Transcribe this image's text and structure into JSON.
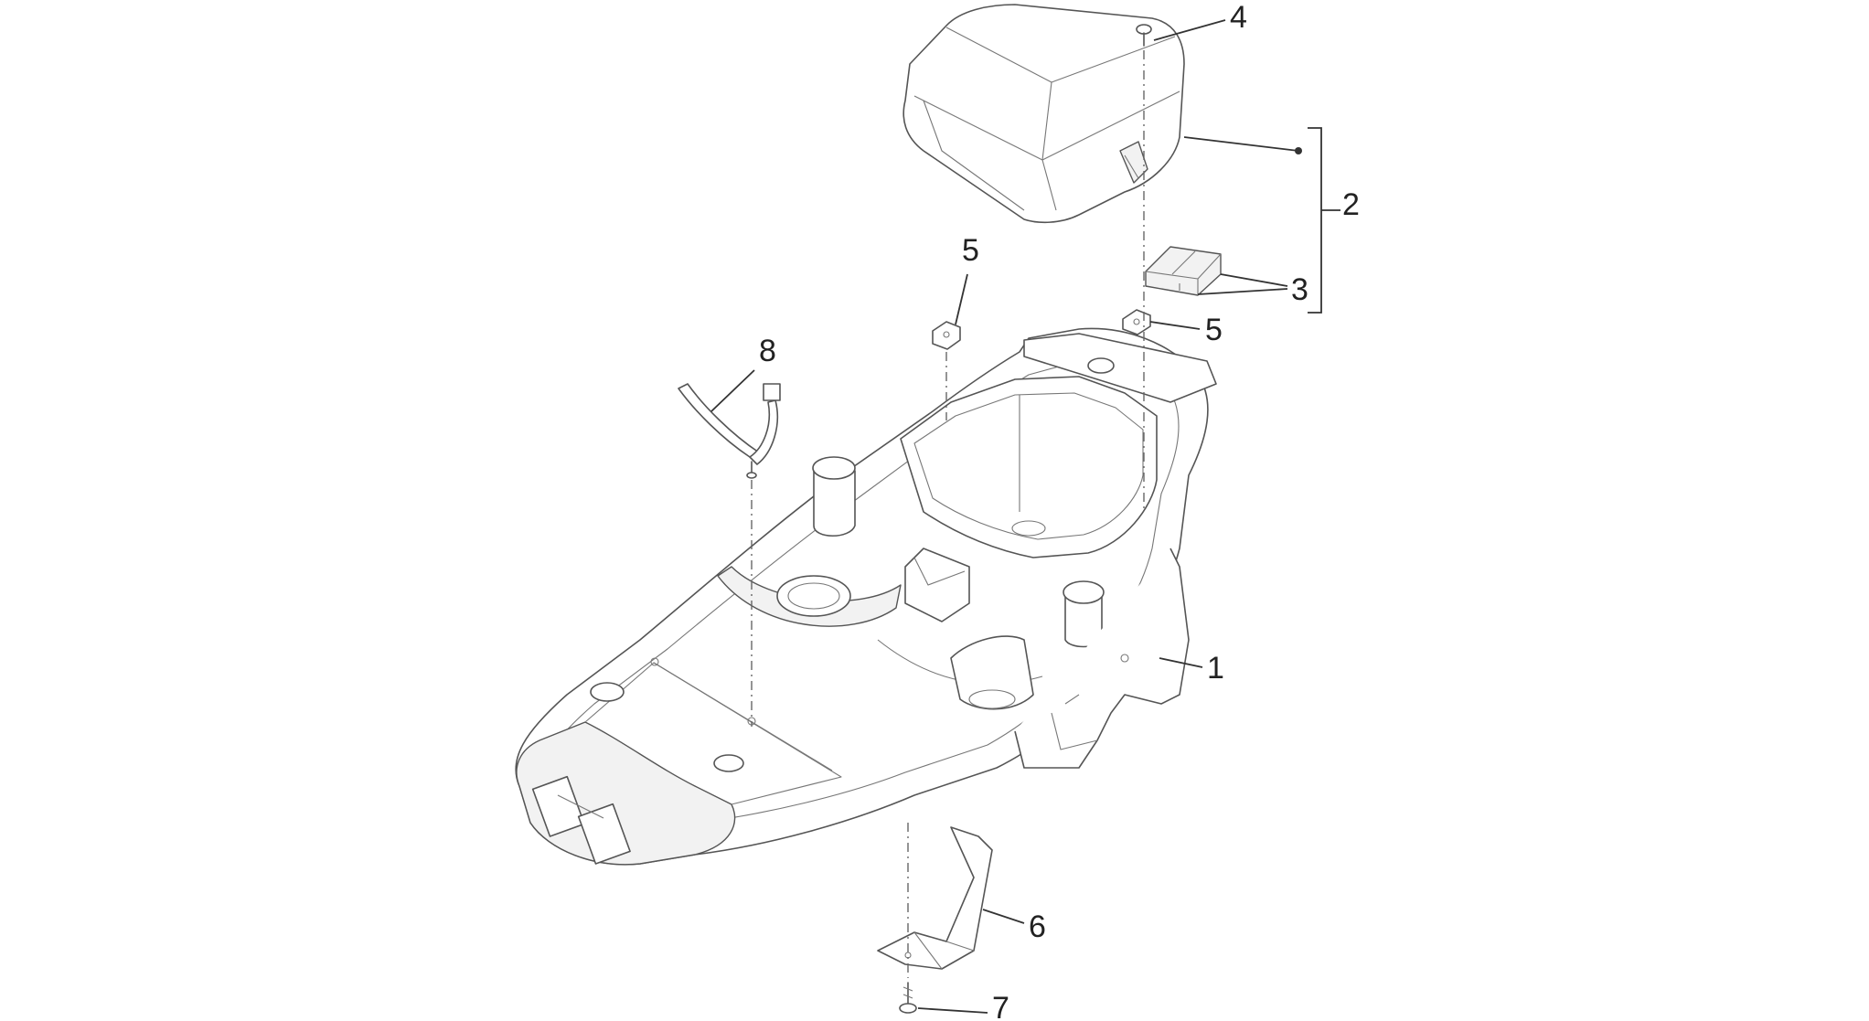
{
  "callouts": {
    "c1": "1",
    "c2": "2",
    "c3": "3",
    "c4": "4",
    "c5a": "5",
    "c5b": "5",
    "c6": "6",
    "c7": "7",
    "c8": "8"
  },
  "colors": {
    "line": "#555555",
    "background": "#ffffff"
  }
}
